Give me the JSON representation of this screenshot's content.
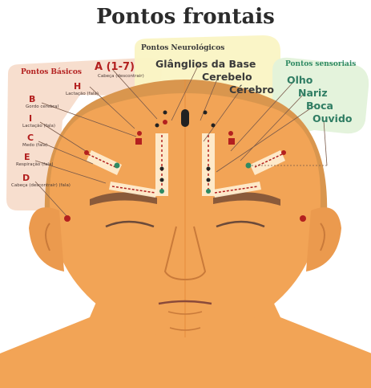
{
  "title": "Pontos frontais",
  "groups": {
    "basic": "Pontos Básicos",
    "neuro": "Pontos Neurológicos",
    "sensory": "Pontos sensoriais"
  },
  "basic_points": [
    {
      "code": "A (1-7)",
      "desc": "Cabeça (descontrair)"
    },
    {
      "code": "H",
      "desc": "Lactação (fala)"
    },
    {
      "code": "B",
      "desc": "Gordo cerebral"
    },
    {
      "code": "I",
      "desc": "Lactação (fala)"
    },
    {
      "code": "C",
      "desc": "Medo (fala)"
    },
    {
      "code": "E",
      "desc": "Respiração (fala)"
    },
    {
      "code": "D",
      "desc": "Cabeça (descontrair) (fala)"
    }
  ],
  "neuro_points": [
    "Glânglios da Base",
    "Cerebelo",
    "Cérebro"
  ],
  "sensory_points": [
    "Olho",
    "Nariz",
    "Boca",
    "Ouvido"
  ],
  "colors": {
    "skin": "#f2a456",
    "hair": "#d9964e",
    "basic": "#b3201f",
    "sensory": "#2f8a63",
    "bubble_basic": "#f7dccb",
    "bubble_neuro": "#faf4c4",
    "bubble_sensory": "#e3f2da"
  }
}
